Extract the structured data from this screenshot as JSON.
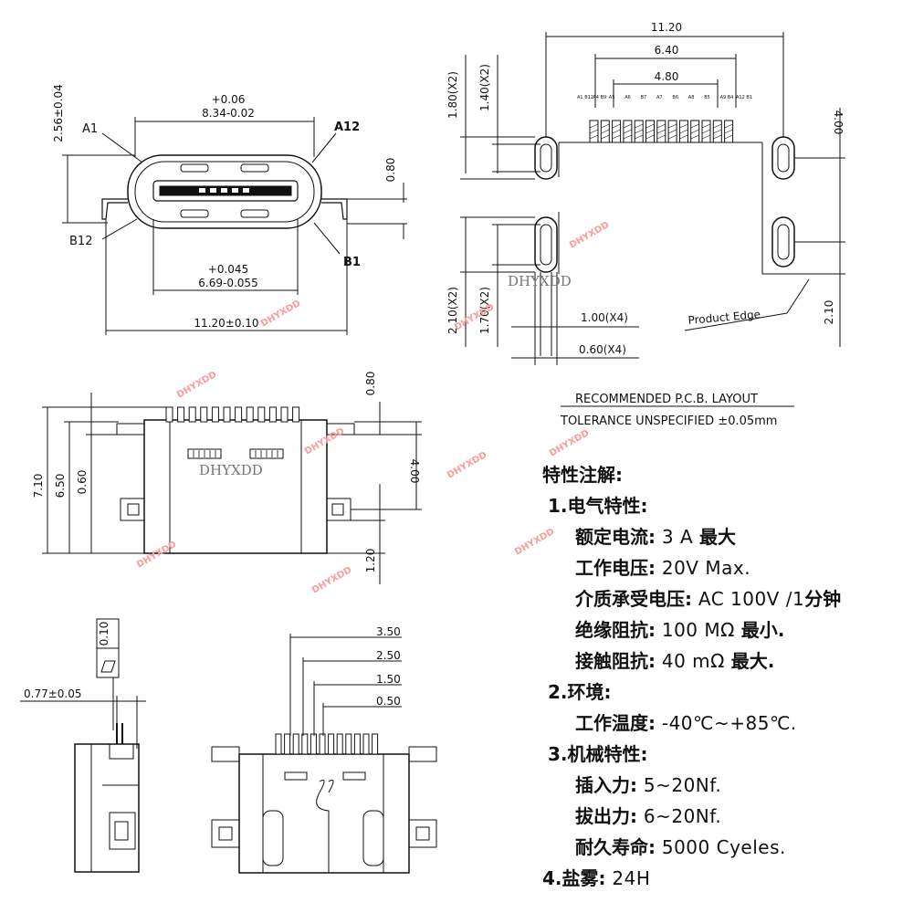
{
  "front_view": {
    "dim_pitch": "2.56±0.04",
    "dim_outer_tol": "+0.06",
    "dim_outer": "8.34-0.02",
    "label_a1": "A1",
    "label_a12": "A12",
    "label_b12": "B12",
    "label_b1": "B1",
    "dim_side": "0.80",
    "dim_inner_tol": "+0.045",
    "dim_inner": "6.69-0.055",
    "dim_total": "11.20±0.10"
  },
  "pcb_layout": {
    "dim_width": "11.20",
    "dim_outer_pins": "6.40",
    "dim_inner_pins": "4.80",
    "dim_top_left1": "1.80(X2)",
    "dim_top_left2": "1.40(X2)",
    "dim_right_top": "4.00",
    "dim_bot_left1": "2.10(X2)",
    "dim_bot_left2": "1.70(X2)",
    "dim_slot_w": "1.00(X4)",
    "dim_slot_pad": "0.60(X4)",
    "dim_right_bot": "2.10",
    "product_edge": "Product Edge",
    "pin_names": [
      "A1 B12",
      "A4 B9",
      "A5",
      "A6",
      "B7",
      "A7",
      "B6",
      "A8",
      "B5",
      "A9 B4",
      "A12 B1"
    ],
    "title": "RECOMMENDED  P.C.B. LAYOUT",
    "tolerance": "TOLERANCE  UNSPECIFIED  ±0.05mm"
  },
  "top_view": {
    "dim_height_total": "7.10",
    "dim_height_body": "6.50",
    "dim_offset": "0.60",
    "dim_top": "0.80",
    "dim_right": "4.00",
    "dim_bottom": "1.20"
  },
  "side_view": {
    "dim_flat": "0.10",
    "dim_thick": "0.77±0.05"
  },
  "bottom_view": {
    "dim_350": "3.50",
    "dim_250": "2.50",
    "dim_150": "1.50",
    "dim_050": "0.50"
  },
  "watermarks": {
    "main": "DHYXDD"
  },
  "specs": {
    "heading": "特性注解:",
    "s1_title": "1.电气特性:",
    "rated_current_k": "额定电流:",
    "rated_current_v": " 3  A ",
    "rated_current_max": "最大",
    "working_voltage_k": "工作电压:",
    "working_voltage_v": "  20V Max.",
    "dielectric_k": "介质承受电压:",
    "dielectric_v": " AC 100V /1",
    "dielectric_min": "分钟",
    "insulation_k": "绝缘阻抗:",
    "insulation_v": " 100 MΩ ",
    "insulation_min": "最小.",
    "contact_k": "接触阻抗:",
    "contact_v": " 40 mΩ ",
    "contact_max": "最大.",
    "s2_title": "2.环境:",
    "temp_k": "工作温度:",
    "temp_v": " -40℃~+85℃.",
    "s3_title": "3.机械特性:",
    "insert_k": "插入力:",
    "insert_v": " 5~20Nf.",
    "extract_k": "拔出力:",
    "extract_v": " 6~20Nf.",
    "life_k": "耐久寿命:",
    "life_v": " 5000 Cyeles.",
    "s4_title": "4.盐雾:",
    "s4_v": " 24H"
  }
}
